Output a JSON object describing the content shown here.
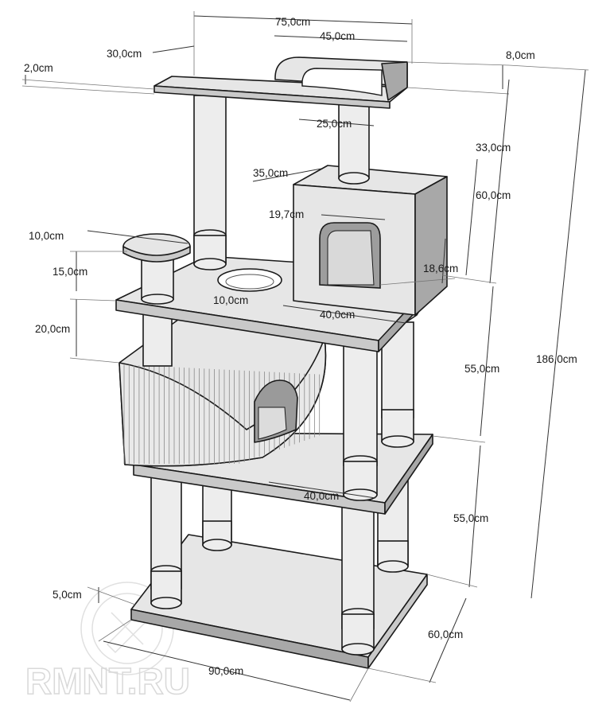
{
  "watermark": "RMNT.RU",
  "dimensions": {
    "total_width": "75,0cm",
    "shelf_width": "45,0cm",
    "top_depth": "30,0cm",
    "board_thickness": "2,0cm",
    "lounger_height": "8,0cm",
    "post_spacing_top": "25,0cm",
    "house_depth": "33,0cm",
    "house_width": "35,0cm",
    "top_level_height": "60,0cm",
    "hole_width": "19,7cm",
    "small_shelf_diameter": "10,0cm",
    "small_post_height": "15,0cm",
    "hole_diameter": "10,0cm",
    "hole_height": "18,6cm",
    "middle_shelf_width": "40,0cm",
    "hammock_height": "20,0cm",
    "middle_level_height": "55,0cm",
    "total_height": "186,0cm",
    "lower_shelf_width": "40,0cm",
    "lower_level_height": "55,0cm",
    "base_thickness": "5,0cm",
    "base_depth": "60,0cm",
    "base_width": "90,0cm"
  }
}
